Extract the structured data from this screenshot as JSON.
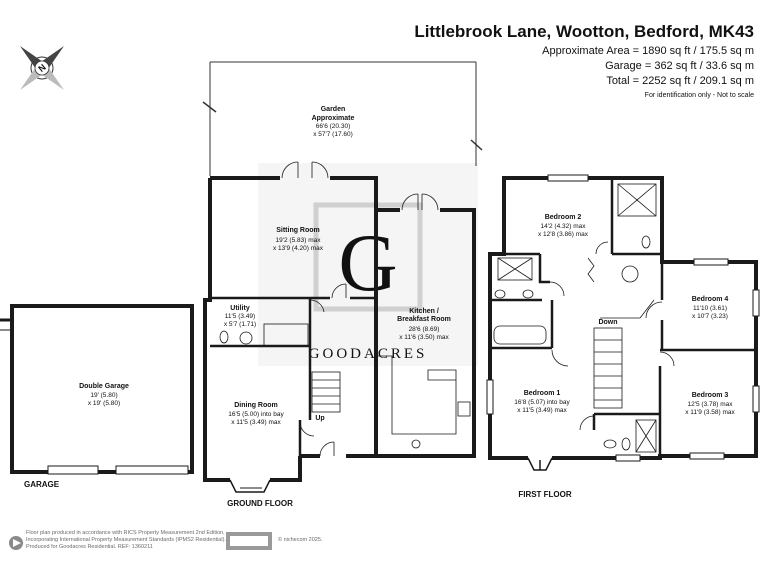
{
  "header": {
    "title": "Littlebrook Lane, Wootton, Bedford, MK43",
    "area_approx": "Approximate Area = 1890 sq ft / 175.5 sq m",
    "area_garage": "Garage = 362 sq ft / 33.6 sq m",
    "area_total": "Total = 2252 sq ft / 209.1 sq m",
    "note": "For identification only - Not to scale"
  },
  "compass": {
    "letter": "N"
  },
  "watermark": {
    "letter": "G",
    "brand": "GOODACRES"
  },
  "rooms": {
    "garden": {
      "name": "Garden",
      "line1": "Approximate",
      "line2": "66'6 (20.30)",
      "line3": "x 57'7 (17.60)"
    },
    "sitting": {
      "name": "Sitting Room",
      "line1": "19'2 (5.83) max",
      "line2": "x 13'9 (4.20) max"
    },
    "utility": {
      "name": "Utility",
      "line1": "11'5 (3.49)",
      "line2": "x 5'7 (1.71)"
    },
    "kitchen": {
      "name": "Kitchen /",
      "name2": "Breakfast Room",
      "line1": "28'6 (8.69)",
      "line2": "x 11'6 (3.50) max"
    },
    "dining": {
      "name": "Dining Room",
      "line1": "16'5 (5.00) into bay",
      "line2": "x 11'5 (3.49) max"
    },
    "garage": {
      "name": "Double Garage",
      "line1": "19' (5.80)",
      "line2": "x 19' (5.80)"
    },
    "bedroom2": {
      "name": "Bedroom 2",
      "line1": "14'2 (4.32) max",
      "line2": "x 12'8 (3.86) max"
    },
    "bedroom4": {
      "name": "Bedroom 4",
      "line1": "11'10 (3.61)",
      "line2": "x 10'7 (3.23)"
    },
    "bedroom1": {
      "name": "Bedroom 1",
      "line1": "16'8 (5.07) into bay",
      "line2": "x 11'5 (3.49) max"
    },
    "bedroom3": {
      "name": "Bedroom 3",
      "line1": "12'5 (3.78) max",
      "line2": "x 11'9 (3.58) max"
    }
  },
  "stairs": {
    "up": "Up",
    "down": "Down"
  },
  "labels": {
    "garage": "GARAGE",
    "ground_floor": "GROUND FLOOR",
    "first_floor": "FIRST FLOOR"
  },
  "footer": {
    "line1": "Floor plan produced in accordance with RICS Property Measurement 2nd Edition,",
    "line2": "Incorporating International Property Measurement Standards (IPMS2 Residential).",
    "line3": "Produced for Goodacres Residential.  REF: 1360211",
    "copyright": "© nichecom 2025."
  },
  "colors": {
    "wall": "#1a1a1a",
    "watermark": "#d9d9d9",
    "footer_text": "#6a6a6a"
  }
}
